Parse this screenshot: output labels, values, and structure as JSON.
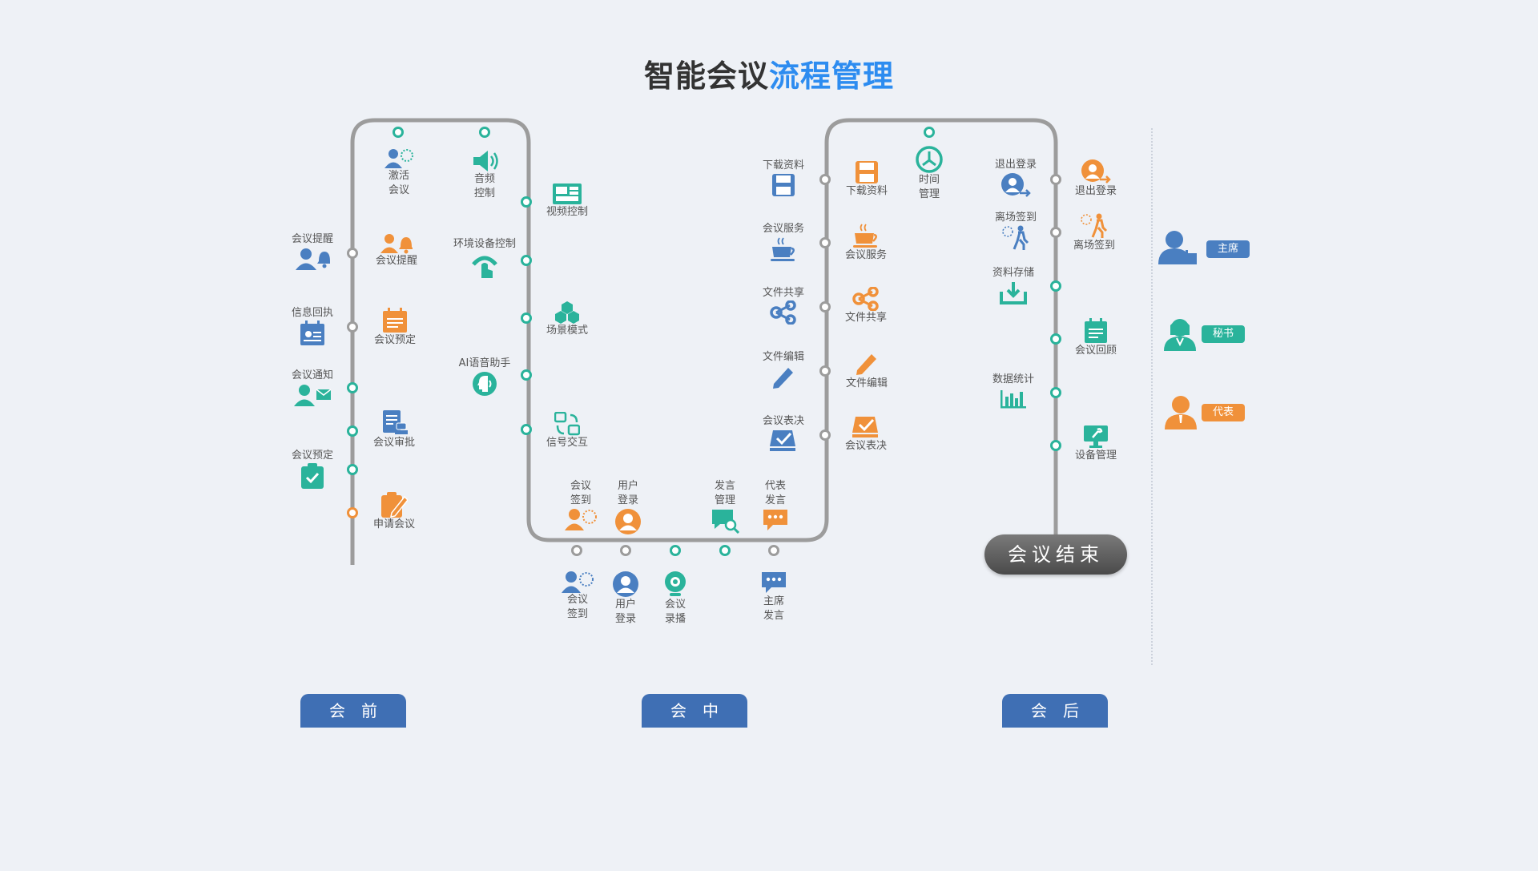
{
  "title": {
    "main": "智能会议",
    "highlight": "流程管理"
  },
  "phases": {
    "before": "会　前",
    "during": "会　中",
    "after": "会　后"
  },
  "end_label": "会议结束",
  "roles": {
    "chair": "主席",
    "secretary": "秘书",
    "delegate": "代表"
  },
  "before": {
    "left": [
      "会议提醒",
      "信息回执",
      "会议通知",
      "会议预定"
    ],
    "right": [
      "激活\n会议",
      "音频\n控制",
      "会议提醒",
      "会议预定",
      "会议审批",
      "申请会议"
    ]
  },
  "middle": {
    "right": [
      "视频控制",
      "环境设备控制",
      "场景模式",
      "AI语音助手",
      "信号交互"
    ],
    "top": [
      "会议\n签到",
      "用户\n登录",
      "发言\n管理",
      "代表\n发言"
    ],
    "bottom": [
      "会议\n签到",
      "用户\n登录",
      "会议\n录播",
      "主席\n发言"
    ]
  },
  "after": {
    "left": [
      "下载资料",
      "会议服务",
      "文件共享",
      "文件编辑",
      "会议表决"
    ],
    "inner": [
      "下载资料",
      "会议服务",
      "文件共享",
      "文件编辑",
      "会议表决",
      "时间\n管理"
    ],
    "right_in": [
      "退出登录",
      "离场签到",
      "资料存储",
      "数据统计"
    ],
    "right_out": [
      "退出登录",
      "离场签到",
      "会议回顾",
      "设备管理"
    ]
  },
  "colors": {
    "blue": "#4a7fc1",
    "orange": "#f0913a",
    "teal": "#2ab39b",
    "track": "#9c9c9c",
    "tab": "#3f6fb4"
  }
}
